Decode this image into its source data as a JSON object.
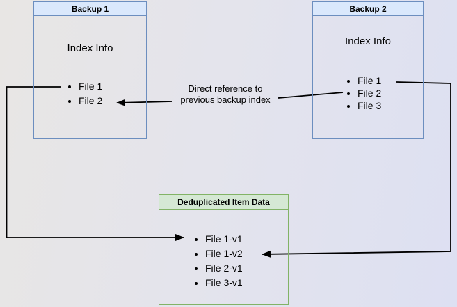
{
  "backup1": {
    "title": "Backup 1",
    "body_label": "Index Info",
    "files": [
      "File 1",
      "File 2"
    ]
  },
  "backup2": {
    "title": "Backup 2",
    "body_label": "Index Info",
    "files": [
      "File 1",
      "File 2",
      "File 3"
    ]
  },
  "dedup": {
    "title": "Deduplicated Item Data",
    "files": [
      "File 1-v1",
      "File 1-v2",
      "File 2-v1",
      "File 3-v1"
    ]
  },
  "annotation": {
    "line1": "Direct reference to",
    "line2": "previous backup index"
  },
  "colors": {
    "node_blue_fill": "#dae8fc",
    "node_blue_border": "#6c8ebf",
    "node_green_fill": "#d5e8d4",
    "node_green_border": "#82b366",
    "connector": "#000000",
    "background_left": "#e8e6e4",
    "background_right": "#dde0f2"
  }
}
